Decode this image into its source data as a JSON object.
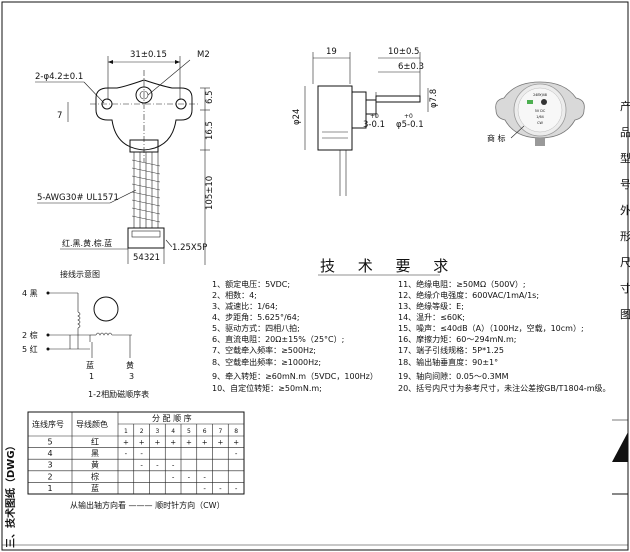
{
  "sheet": {
    "side_title": "三、技术图纸（DWG）"
  },
  "front_view": {
    "dims": {
      "width": "31±0.15",
      "thread": "M2",
      "holes": "2-φ4.2±0.1",
      "d7": "7",
      "d6_5": "6.5",
      "d16_5": "16.5",
      "d105": "105±10",
      "wire": "5-AWG30# UL1571",
      "colors": "红.黑.黄.棕.蓝",
      "connector": "1.25X5P",
      "connector_code": "54321"
    }
  },
  "side_view": {
    "dims": {
      "d19": "19",
      "d10": "10±0.5",
      "d6": "6±0.3",
      "d24": "φ24",
      "d7_8": "φ7.8",
      "d3": "3-0.1",
      "d5": "φ5-0.1",
      "tol_top": "+0",
      "tol_top2": "+0"
    }
  },
  "photo_view": {
    "label_mark": "商 标",
    "label_lines": [
      "24BYJ48",
      "5V DC",
      "1/64",
      "CW"
    ]
  },
  "wiring": {
    "title": "接线示意图",
    "labels": {
      "p4": "4 黑",
      "p2": "2 棕",
      "p5": "5 红",
      "p1_color": "蓝",
      "p1": "1",
      "p3_color": "黄",
      "p3": "3"
    },
    "subtitle": "1-2相励磁顺序表"
  },
  "specs": {
    "title": "技 术 要 求",
    "left": [
      "1、额定电压：5VDC;",
      "2、相数：4;",
      "3、减速比：1/64;",
      "4、步距角：5.625°/64;",
      "5、驱动方式：四相八拍;",
      "6、直流电阻：20Ω±15%（25°C）;",
      "7、空载牵入频率：≥500Hz;",
      "8、空载牵出频率：≥1000Hz;",
      "9、牵入转矩：≥60mN.m（5VDC，100Hz）",
      "10、自定位转矩：≥50mN.m;"
    ],
    "right": [
      "11、绝缘电阻：≥50MΩ（500V）;",
      "12、绝缘介电强度：600VAC/1mA/1s;",
      "13、绝缘等级：E;",
      "14、温升：≤60K;",
      "15、噪声：≤40dB（A）（100Hz，空载，10cm）;",
      "16、摩擦力矩：60～294mN.m;",
      "17、端子引线规格：5P*1.25",
      "18、输出轴垂直度：90±1°",
      "19、轴向间隙：0.05～0.3MM",
      "20、括号内尺寸为参考尺寸，未注公差按GB/T1804-m级。"
    ]
  },
  "sequence_table": {
    "header": {
      "seq": "连线序号",
      "color": "导线颜色",
      "dist": "分 配 顺 序"
    },
    "steps": [
      "1",
      "2",
      "3",
      "4",
      "5",
      "6",
      "7",
      "8"
    ],
    "rows": [
      {
        "seq": "5",
        "color": "红",
        "cells": [
          "+",
          "+",
          "+",
          "+",
          "+",
          "+",
          "+",
          "+"
        ]
      },
      {
        "seq": "4",
        "color": "黑",
        "cells": [
          "-",
          "-",
          "",
          "",
          "",
          "",
          "",
          "-"
        ]
      },
      {
        "seq": "3",
        "color": "黄",
        "cells": [
          "",
          "-",
          "-",
          "-",
          "",
          "",
          "",
          ""
        ]
      },
      {
        "seq": "2",
        "color": "棕",
        "cells": [
          "",
          "",
          "",
          "-",
          "-",
          "-",
          "",
          ""
        ]
      },
      {
        "seq": "1",
        "color": "蓝",
        "cells": [
          "",
          "",
          "",
          "",
          "",
          "-",
          "-",
          "-"
        ]
      }
    ],
    "footer": "从输出轴方向看 ——— 顺时针方向（CW）"
  },
  "right_fragments": {
    "chars": [
      "产",
      "品",
      "型",
      "号",
      "外",
      "形",
      "尺",
      "寸",
      "图"
    ]
  }
}
